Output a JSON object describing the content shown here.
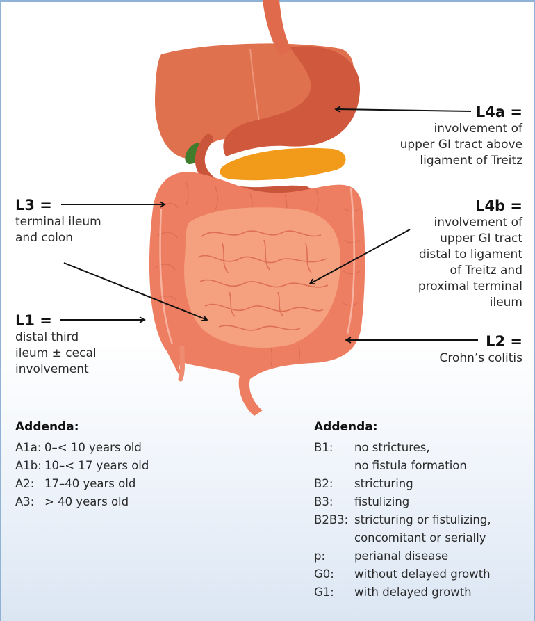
{
  "labels": {
    "l4a": {
      "head": "L4a =",
      "lines": [
        "involvement of",
        "upper GI tract above",
        "ligament of Treitz"
      ]
    },
    "l3": {
      "head": "L3 =",
      "lines": [
        "terminal ileum",
        "and colon"
      ]
    },
    "l4b": {
      "head": "L4b =",
      "lines": [
        "involvement of",
        "upper GI tract",
        "distal to ligament",
        "of Treitz and",
        "proximal terminal",
        "ileum"
      ]
    },
    "l1": {
      "head": "L1 =",
      "lines": [
        "distal third",
        "ileum ± cecal",
        "involvement"
      ]
    },
    "l2": {
      "head": "L2 =",
      "lines": [
        "Crohn’s colitis"
      ]
    }
  },
  "addenda_age": {
    "title": "Addenda:",
    "rows": [
      {
        "code": "A1a:",
        "text": "0–< 10 years old"
      },
      {
        "code": "A1b:",
        "text": "10–< 17 years old"
      },
      {
        "code": "A2:",
        "text": "17–40 years old"
      },
      {
        "code": "A3:",
        "text": "> 40 years old"
      }
    ]
  },
  "addenda_behavior": {
    "title": "Addenda:",
    "rows": [
      {
        "code": "B1:",
        "text": "no strictures,"
      },
      {
        "code": "",
        "text": "no fistula formation"
      },
      {
        "code": "B2:",
        "text": "stricturing"
      },
      {
        "code": "B3:",
        "text": "fistulizing"
      },
      {
        "code": "B2B3:",
        "text": "stricturing or fistulizing,"
      },
      {
        "code": "",
        "text": "concomitant or serially"
      },
      {
        "code": "p:",
        "text": "perianal disease"
      },
      {
        "code": "G0:",
        "text": "without delayed growth"
      },
      {
        "code": "G1:",
        "text": "with delayed growth"
      }
    ]
  },
  "colors": {
    "liver": "#e0714f",
    "stomach": "#d0583d",
    "colon": "#ee7e62",
    "small_intestine": "#f5a07f",
    "pancreas": "#f29a1a",
    "gallbladder": "#3f7d2c",
    "frame": "#8fb2d6"
  }
}
